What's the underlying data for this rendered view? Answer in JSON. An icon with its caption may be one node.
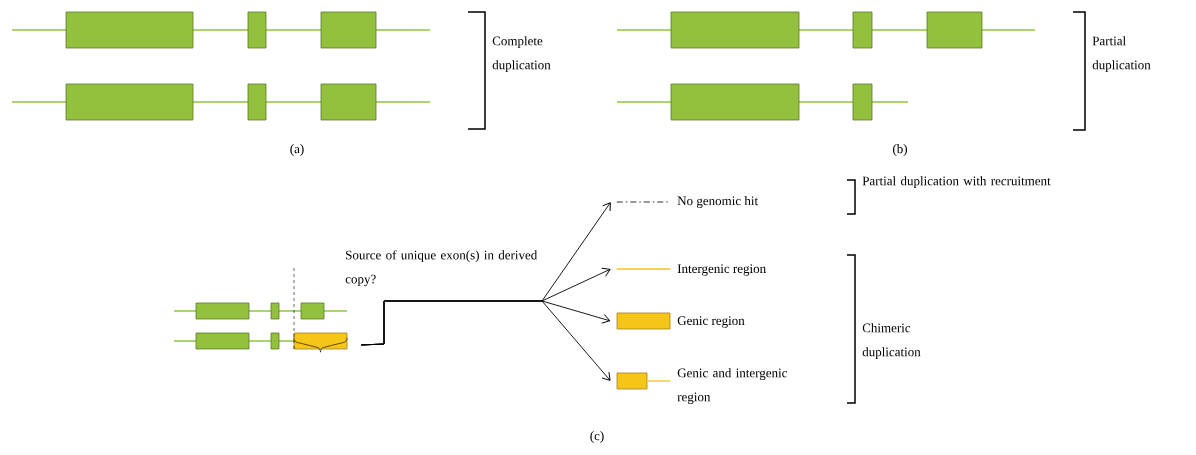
{
  "diagram": {
    "nodes": [
      {
        "text": [],
        "shape": "brace"
      },
      {
        "text": [],
        "shape": "line",
        "beside": [
          "No genomic hit"
        ]
      },
      {
        "text": [],
        "shape": "line",
        "beside": [
          "Intergenic region"
        ]
      },
      {
        "text": [],
        "shape": "box",
        "beside": [
          "Genic region"
        ]
      },
      {
        "text": [],
        "shape": "box",
        "beside": [
          "Genic and intergenic region"
        ]
      }
    ],
    "edges": [
      {
        "from": 0,
        "to": 1,
        "arrow": "to"
      },
      {
        "from": 0,
        "to": 2,
        "arrow": "to"
      },
      {
        "from": 0,
        "to": 3,
        "arrow": "to"
      },
      {
        "from": 0,
        "to": 4,
        "arrow": "to"
      }
    ],
    "labels": [
      "Complete duplication",
      "Partial duplication",
      "(a)",
      "(b)",
      "Partial duplication with recruitment",
      "Source of unique exon(s) in derived copy?",
      "Chimeric duplication",
      "(c)"
    ]
  }
}
